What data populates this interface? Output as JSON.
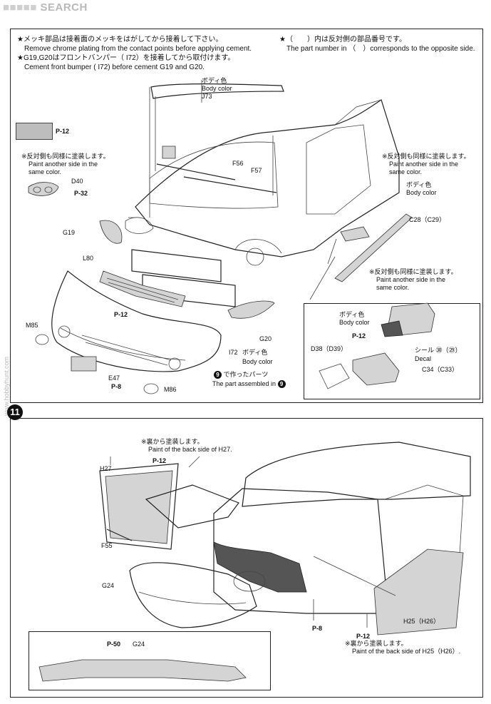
{
  "watermark": {
    "site": "SEARCH",
    "side": "www.hobbyhunt.com"
  },
  "section1": {
    "note_chrome_jp": "★メッキ部品は接着面のメッキをはがしてから接着して下さい。",
    "note_chrome_en": "Remove chrome plating from the contact points before applying cement.",
    "note_bumper_jp": "★G19,G20はフロントバンパー（ I72）を接着してから取付けます。",
    "note_bumper_en": "Cement front bumper ( I72) before cement G19 and G20.",
    "note_opposite_jp": "★（　　）内は反対側の部品番号です。",
    "note_opposite_en": "The part number in （　）corresponds to the opposite side.",
    "swatch_ref": "P-12",
    "d40_note_jp": "※反対側も同様に塗装します。",
    "d40_note_en1": "Paint another side in the",
    "d40_note_en2": "same color.",
    "d40_label": "D40",
    "d40_ref": "P-32",
    "j73_jp": "ボディ色",
    "j73_en": "Body color",
    "j73_label": "J73",
    "f56_label": "F56",
    "f57_label": "F57",
    "c28_note_jp": "※反対側も同様に塗装します。",
    "c28_note_en1": "Paint another side in the",
    "c28_note_en2": "same color.",
    "c28_color_jp": "ボディ色",
    "c28_color_en": "Body color",
    "c28_label": "C28（C29）",
    "g19_label": "G19",
    "l80_label": "L80",
    "l80_ref": "P-12",
    "m85_label": "M85",
    "g20_label": "G20",
    "i72_label": "I72",
    "i72_color_jp": "ボディ色",
    "i72_color_en": "Body color",
    "e47_label": "E47",
    "e47_ref": "P-8",
    "m86_label": "M86",
    "step9_jp": "で作ったパーツ",
    "step9_en": "The part assembled in",
    "step9_num": "9",
    "mirror_note_jp": "※反対側も同様に塗装します。",
    "mirror_note_en1": "Paint another side in the",
    "mirror_note_en2": "same color.",
    "mirror_color_jp": "ボディ色",
    "mirror_color_en": "Body color",
    "mirror_ref": "P-12",
    "d38_label": "D38（D39）",
    "decal_jp": "シール",
    "decal_nums": "㉚（㉙）",
    "decal_en": "Decal",
    "c34_label": "C34（C33）"
  },
  "section2": {
    "step_number": "11",
    "h27_note_jp": "※裏から塗装します。",
    "h27_note_en": "Paint of the back side of H27.",
    "h27_label": "H27",
    "h27_ref": "P-12",
    "f55_label": "F55",
    "g24_label": "G24",
    "h25_label": "H25（H26）",
    "ref_p8": "P-8",
    "ref_p12": "P-12",
    "h25_note_jp": "※裏から塗装します。",
    "h25_note_en": "Paint of the back side of H25（H26）.",
    "inset_ref": "P-50",
    "inset_label": "G24"
  }
}
